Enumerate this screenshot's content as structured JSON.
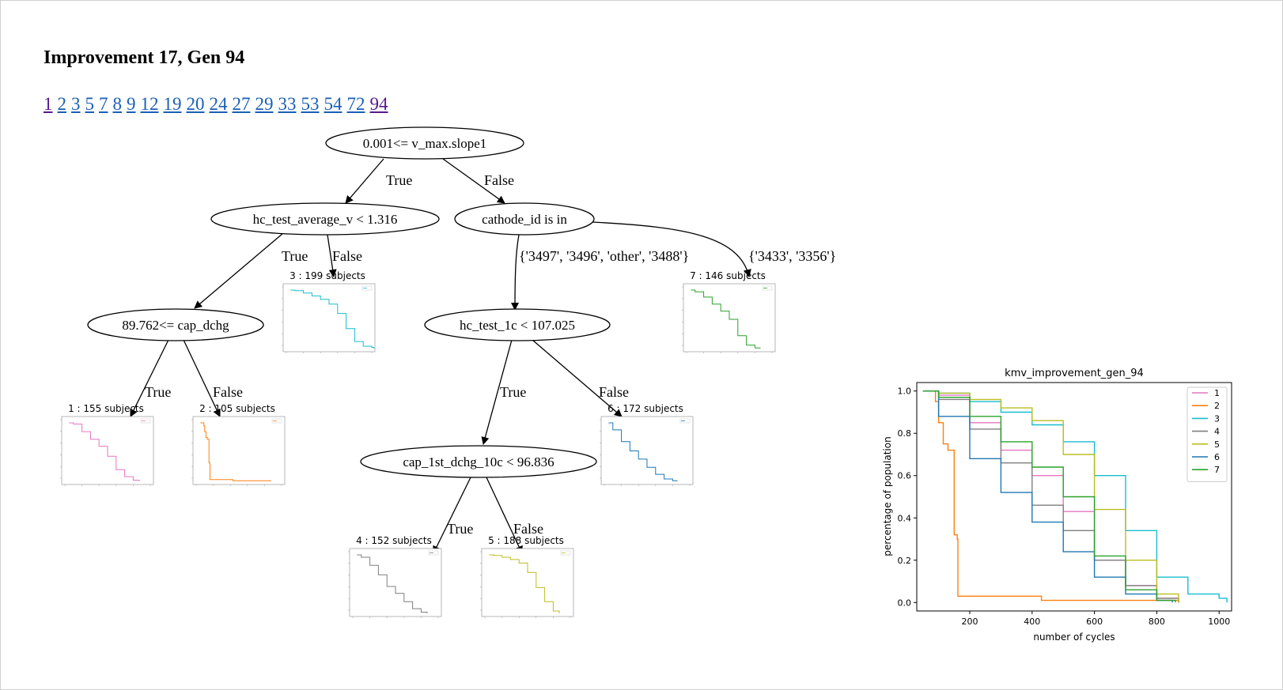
{
  "page": {
    "title": "Improvement 17, Gen 94",
    "generation_links": [
      {
        "label": "1",
        "visited": true
      },
      {
        "label": "2"
      },
      {
        "label": "3"
      },
      {
        "label": "5"
      },
      {
        "label": "7"
      },
      {
        "label": "8"
      },
      {
        "label": "9"
      },
      {
        "label": "12"
      },
      {
        "label": "19"
      },
      {
        "label": "20"
      },
      {
        "label": "24"
      },
      {
        "label": "27"
      },
      {
        "label": "29"
      },
      {
        "label": "33"
      },
      {
        "label": "53"
      },
      {
        "label": "54"
      },
      {
        "label": "72"
      },
      {
        "label": "94",
        "visited": true
      }
    ]
  },
  "tree": {
    "nodes": {
      "root": "0.001<= v_max.slope1",
      "hc_avg": "hc_test_average_v < 1.316",
      "cathode": "cathode_id is in",
      "cap_dchg": "89.762<= cap_dchg",
      "hc_1c": "hc_test_1c < 107.025",
      "cap_1st": "cap_1st_dchg_10c < 96.836"
    },
    "edges": {
      "true": "True",
      "false": "False",
      "cathode_left": "{'3497', '3496', 'other', '3488'}",
      "cathode_right": "{'3433', '3356'}"
    },
    "leaves": [
      {
        "id": "1",
        "title": "1 : 155 subjects",
        "color": "#e377c2"
      },
      {
        "id": "2",
        "title": "2 : 105 subjects",
        "color": "#ff7f0e"
      },
      {
        "id": "3",
        "title": "3 : 199 subjects",
        "color": "#17becf"
      },
      {
        "id": "4",
        "title": "4 : 152 subjects",
        "color": "#7f7f7f"
      },
      {
        "id": "5",
        "title": "5 : 188 subjects",
        "color": "#bcbd22"
      },
      {
        "id": "6",
        "title": "6 : 172 subjects",
        "color": "#1f77b4"
      },
      {
        "id": "7",
        "title": "7 : 146 subjects",
        "color": "#2ca02c"
      }
    ]
  },
  "chart_data": {
    "type": "line",
    "title": "kmv_improvement_gen_94",
    "xlabel": "number of cycles",
    "ylabel": "percentage of population",
    "xlim": [
      30,
      1040
    ],
    "ylim": [
      -0.04,
      1.04
    ],
    "xticks": [
      200,
      400,
      600,
      800,
      1000
    ],
    "yticks": [
      0.0,
      0.2,
      0.4,
      0.6,
      0.8,
      1.0
    ],
    "legend_position": "top-right",
    "grid": false,
    "series": [
      {
        "name": "1",
        "color": "#e377c2",
        "x": [
          50,
          100,
          200,
          300,
          400,
          500,
          600,
          700,
          800,
          870
        ],
        "y": [
          1.0,
          0.98,
          0.85,
          0.72,
          0.6,
          0.43,
          0.2,
          0.08,
          0.02,
          0.0
        ]
      },
      {
        "name": "2",
        "color": "#ff7f0e",
        "x": [
          50,
          90,
          100,
          115,
          130,
          150,
          160,
          162,
          400,
          430,
          600,
          870
        ],
        "y": [
          1.0,
          0.95,
          0.85,
          0.75,
          0.72,
          0.32,
          0.3,
          0.03,
          0.03,
          0.01,
          0.01,
          0.0
        ]
      },
      {
        "name": "3",
        "color": "#17becf",
        "x": [
          50,
          100,
          200,
          300,
          400,
          500,
          600,
          700,
          800,
          900,
          1000,
          1025
        ],
        "y": [
          1.0,
          0.99,
          0.95,
          0.9,
          0.84,
          0.76,
          0.6,
          0.34,
          0.12,
          0.04,
          0.02,
          0.0
        ]
      },
      {
        "name": "4",
        "color": "#7f7f7f",
        "x": [
          50,
          100,
          200,
          300,
          400,
          500,
          600,
          700,
          800,
          870
        ],
        "y": [
          1.0,
          0.96,
          0.82,
          0.66,
          0.46,
          0.34,
          0.2,
          0.08,
          0.02,
          0.0
        ]
      },
      {
        "name": "5",
        "color": "#bcbd22",
        "x": [
          50,
          100,
          200,
          300,
          400,
          500,
          600,
          700,
          800,
          870
        ],
        "y": [
          1.0,
          0.99,
          0.96,
          0.92,
          0.86,
          0.7,
          0.44,
          0.2,
          0.04,
          0.0
        ]
      },
      {
        "name": "6",
        "color": "#1f77b4",
        "x": [
          50,
          100,
          200,
          300,
          400,
          500,
          600,
          700,
          800,
          850
        ],
        "y": [
          1.0,
          0.88,
          0.68,
          0.52,
          0.38,
          0.24,
          0.12,
          0.04,
          0.01,
          0.0
        ]
      },
      {
        "name": "7",
        "color": "#2ca02c",
        "x": [
          50,
          100,
          200,
          300,
          400,
          500,
          600,
          700,
          800,
          860
        ],
        "y": [
          1.0,
          0.97,
          0.88,
          0.76,
          0.64,
          0.5,
          0.22,
          0.06,
          0.01,
          0.0
        ]
      }
    ]
  }
}
